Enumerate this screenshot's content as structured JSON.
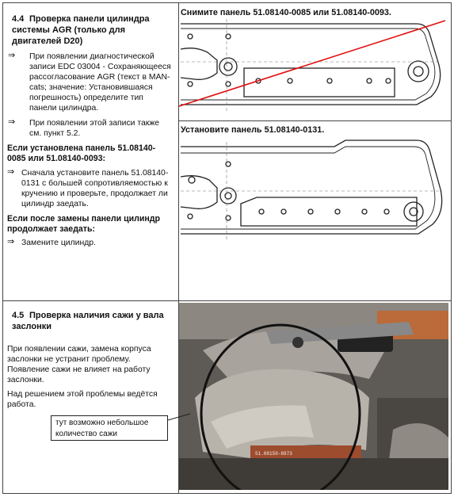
{
  "section44": {
    "number": "4.4",
    "title": "Проверка панели цилиндра системы AGR (только для двигателей D20)",
    "bullets": [
      "При появлении диагностической записи EDC 03004 - Сохраняющееся рассогласование AGR (текст в MAN-cats; значение: Установившаяся погрешность) определите тип панели цилиндра.",
      "При появлении этой записи также см. пункт 5.2."
    ],
    "if_installed": "Если установлена панель 51.08140-0085 или 51.08140-0093:",
    "step1": "Сначала установите панель 51.08140-0131 с большей сопротивляемостью к кручению и проверьте, продолжает ли цилиндр заедать.",
    "if_still": "Если после замены панели цилиндр продолжает заедать:",
    "step2": "Замените цилиндр."
  },
  "captions": {
    "remove": "Снимите панель 51.08140-0085 или 51.08140-0093.",
    "install": "Установите панель 51.08140-0131."
  },
  "section45": {
    "number": "4.5",
    "title": "Проверка наличия сажи у вала заслонки",
    "para1": "При появлении сажи, замена корпуса заслонки не устранит проблему. Появление сажи не влияет на работу заслонки.",
    "para2": "Над решением этой проблемы ведётся работа."
  },
  "photo": {
    "callout": "тут возможно небольшое количество сажи",
    "part_number": "51.08150-8873"
  },
  "icons": {
    "bullet_arrow": "⇒"
  }
}
